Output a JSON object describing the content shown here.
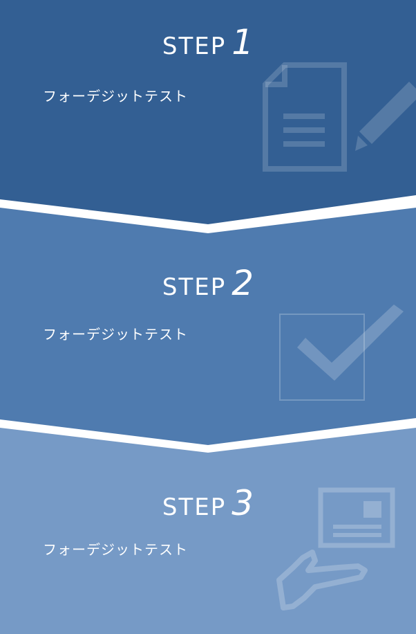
{
  "colors": {
    "step1_bg": "#335f93",
    "step2_bg": "#4f7baf",
    "step3_bg": "#769ac6",
    "text": "#ffffff",
    "icon_tint": "rgba(255,255,255,0.18)"
  },
  "steps": [
    {
      "word": "STEP",
      "number": "1",
      "text": "フォーデジットテスト",
      "icon": "document-pencil-icon"
    },
    {
      "word": "STEP",
      "number": "2",
      "text": "フォーデジットテスト",
      "icon": "checkbox-check-icon"
    },
    {
      "word": "STEP",
      "number": "3",
      "text": "フォーデジットテスト",
      "icon": "hand-card-icon"
    }
  ]
}
